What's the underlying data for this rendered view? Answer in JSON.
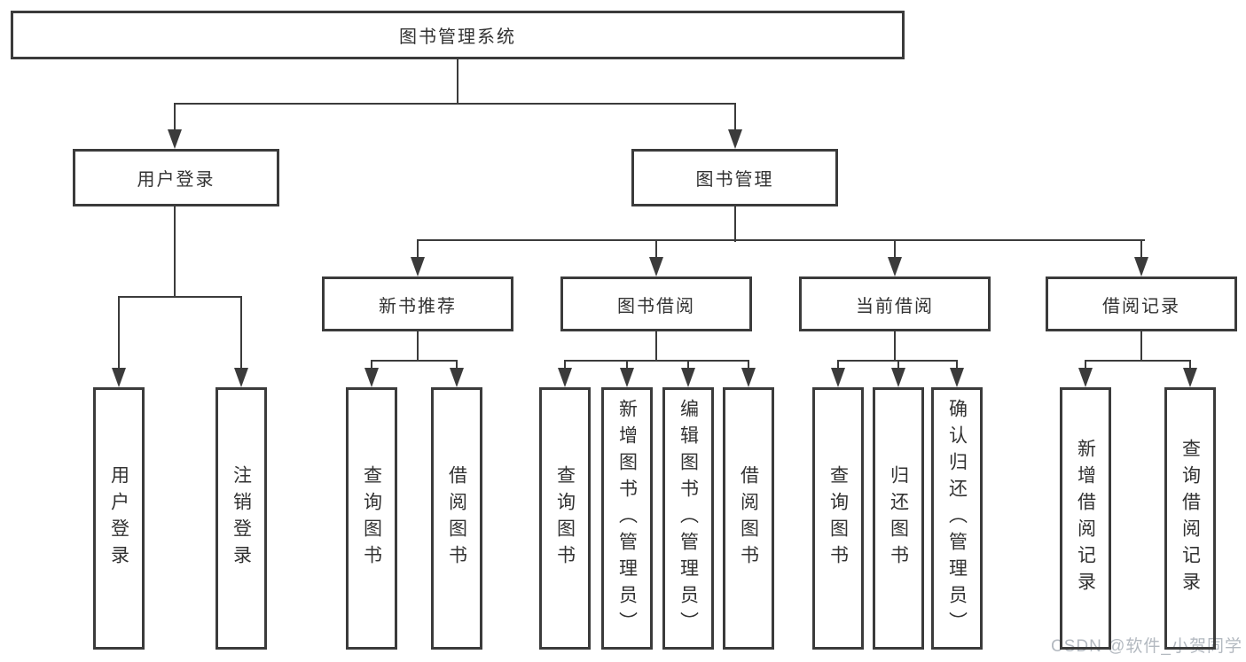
{
  "diagram": {
    "title": {
      "label": "图书管理系统"
    },
    "level2": {
      "user_login": {
        "label": "用户登录"
      },
      "book_mgmt": {
        "label": "图书管理"
      }
    },
    "level3": {
      "new_books": {
        "label": "新书推荐"
      },
      "book_borrow": {
        "label": "图书借阅"
      },
      "current_borrow": {
        "label": "当前借阅"
      },
      "borrow_records": {
        "label": "借阅记录"
      }
    },
    "leaves": {
      "user_login": [
        {
          "label": "用户登录"
        },
        {
          "label": "注销登录"
        }
      ],
      "new_books": [
        {
          "label": "查询图书"
        },
        {
          "label": "借阅图书"
        }
      ],
      "book_borrow": [
        {
          "label": "查询图书"
        },
        {
          "label": "新增图书（管理员）"
        },
        {
          "label": "编辑图书（管理员）"
        },
        {
          "label": "借阅图书"
        }
      ],
      "current_borrow": [
        {
          "label": "查询图书"
        },
        {
          "label": "归还图书"
        },
        {
          "label": "确认归还（管理员）"
        }
      ],
      "borrow_records": [
        {
          "label": "新增借阅记录"
        },
        {
          "label": "查询借阅记录"
        }
      ]
    },
    "watermark": {
      "label": "CSDN @软件_小贺同学"
    },
    "colors": {
      "line": "#3b3b3b",
      "text": "#323232",
      "background": "#ffffff",
      "watermark": "#b3b9c0"
    }
  }
}
